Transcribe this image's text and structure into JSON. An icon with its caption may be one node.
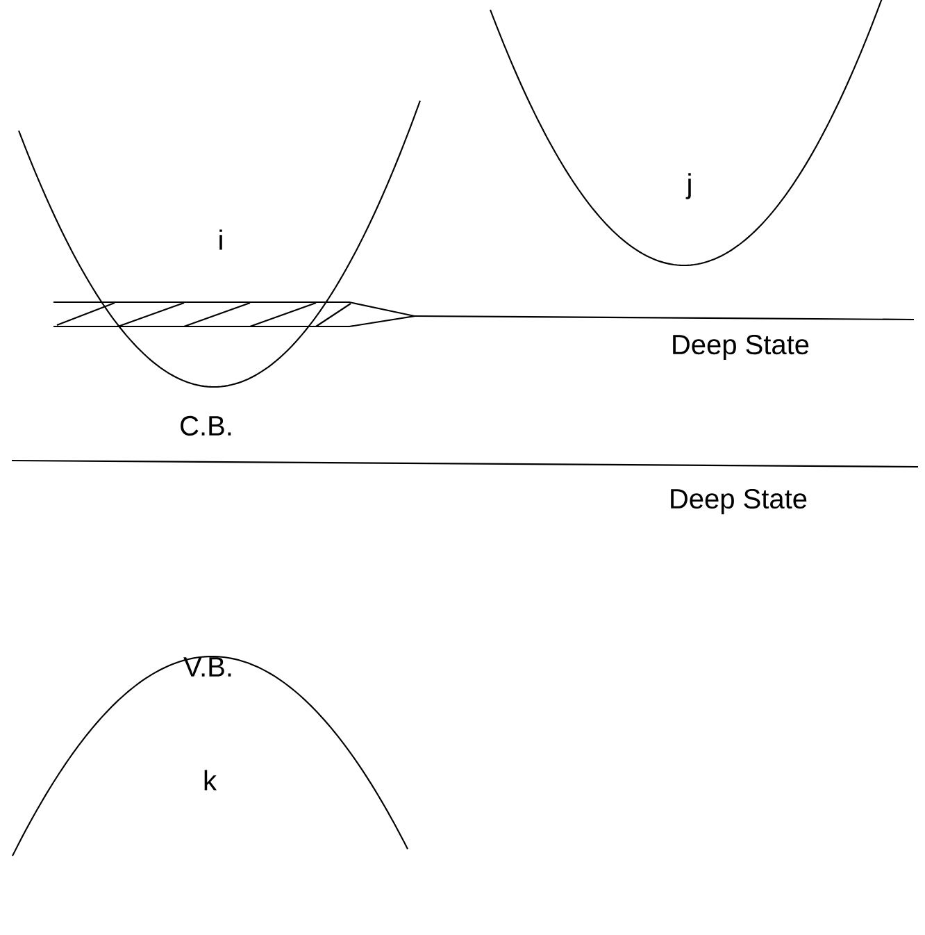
{
  "diagram": {
    "labels": [
      "j",
      "i",
      "Deep State",
      "C.B.",
      "Deep State",
      "V.B.",
      "k"
    ]
  }
}
